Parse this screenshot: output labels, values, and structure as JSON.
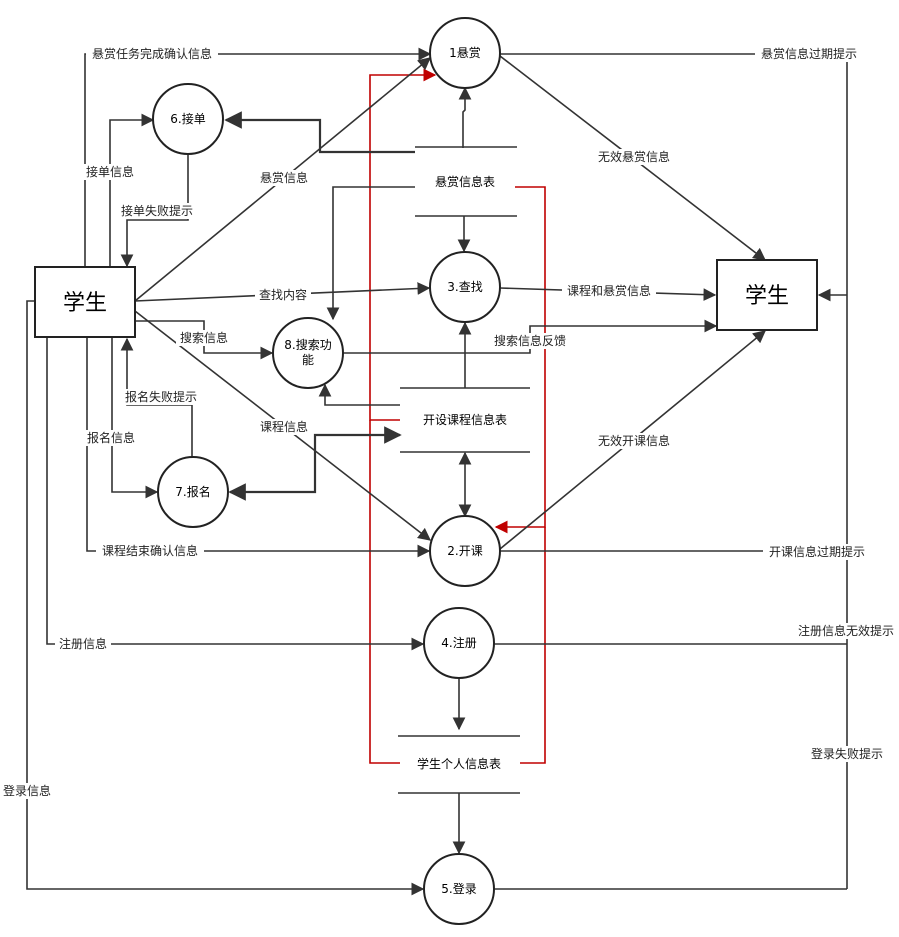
{
  "entities": {
    "left": "学生",
    "right": "学生"
  },
  "processes": {
    "p1": "1悬赏",
    "p2": "2.开课",
    "p3": "3.查找",
    "p4": "4.注册",
    "p5": "5.登录",
    "p6": "6.接单",
    "p7": "7.报名",
    "p8_line1": "8.搜索功",
    "p8_line2": "能"
  },
  "stores": {
    "reward_table": "悬赏信息表",
    "course_table": "开设课程信息表",
    "student_table": "学生个人信息表"
  },
  "flows": {
    "reward_done": "悬赏任务完成确认信息",
    "reward_info": "悬赏信息",
    "take_order_info": "接单信息",
    "take_order_fail": "接单失败提示",
    "search_content": "查找内容",
    "search_info": "搜索信息",
    "signup_fail": "报名失败提示",
    "signup_info": "报名信息",
    "course_info": "课程信息",
    "course_end": "课程结束确认信息",
    "register_info": "注册信息",
    "login_info": "登录信息",
    "reward_expire": "悬赏信息过期提示",
    "invalid_reward": "无效悬赏信息",
    "course_and_reward": "课程和悬赏信息",
    "search_feedback": "搜索信息反馈",
    "invalid_course": "无效开课信息",
    "course_expire": "开课信息过期提示",
    "register_invalid": "注册信息无效提示",
    "login_fail": "登录失败提示"
  }
}
